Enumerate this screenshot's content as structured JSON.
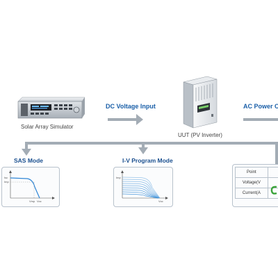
{
  "devices": {
    "simulator": {
      "label": "Solar Array Simulator"
    },
    "uut": {
      "label": "UUT (PV Inverter)"
    }
  },
  "flow": {
    "dc_input": "DC Voltage Input",
    "ac_output": "AC Power O"
  },
  "modes": {
    "sas": {
      "title": "SAS Mode",
      "y_ticks": [
        "Imp",
        "Isc"
      ],
      "x_ticks": [
        "Vmp",
        "Voc"
      ]
    },
    "iv": {
      "title": "I-V Program Mode",
      "y_tick": "Imp",
      "x_tick": "Voc"
    },
    "table": {
      "rows": [
        {
          "label": "Point"
        },
        {
          "label": "Voltage(V"
        },
        {
          "label": "Current(A"
        }
      ]
    }
  },
  "colors": {
    "accent_blue": "#1a5fa8",
    "connector_gray": "#9aa4ad",
    "curve_blue": "#3a8fd8",
    "green_mark": "#3aa33a"
  }
}
